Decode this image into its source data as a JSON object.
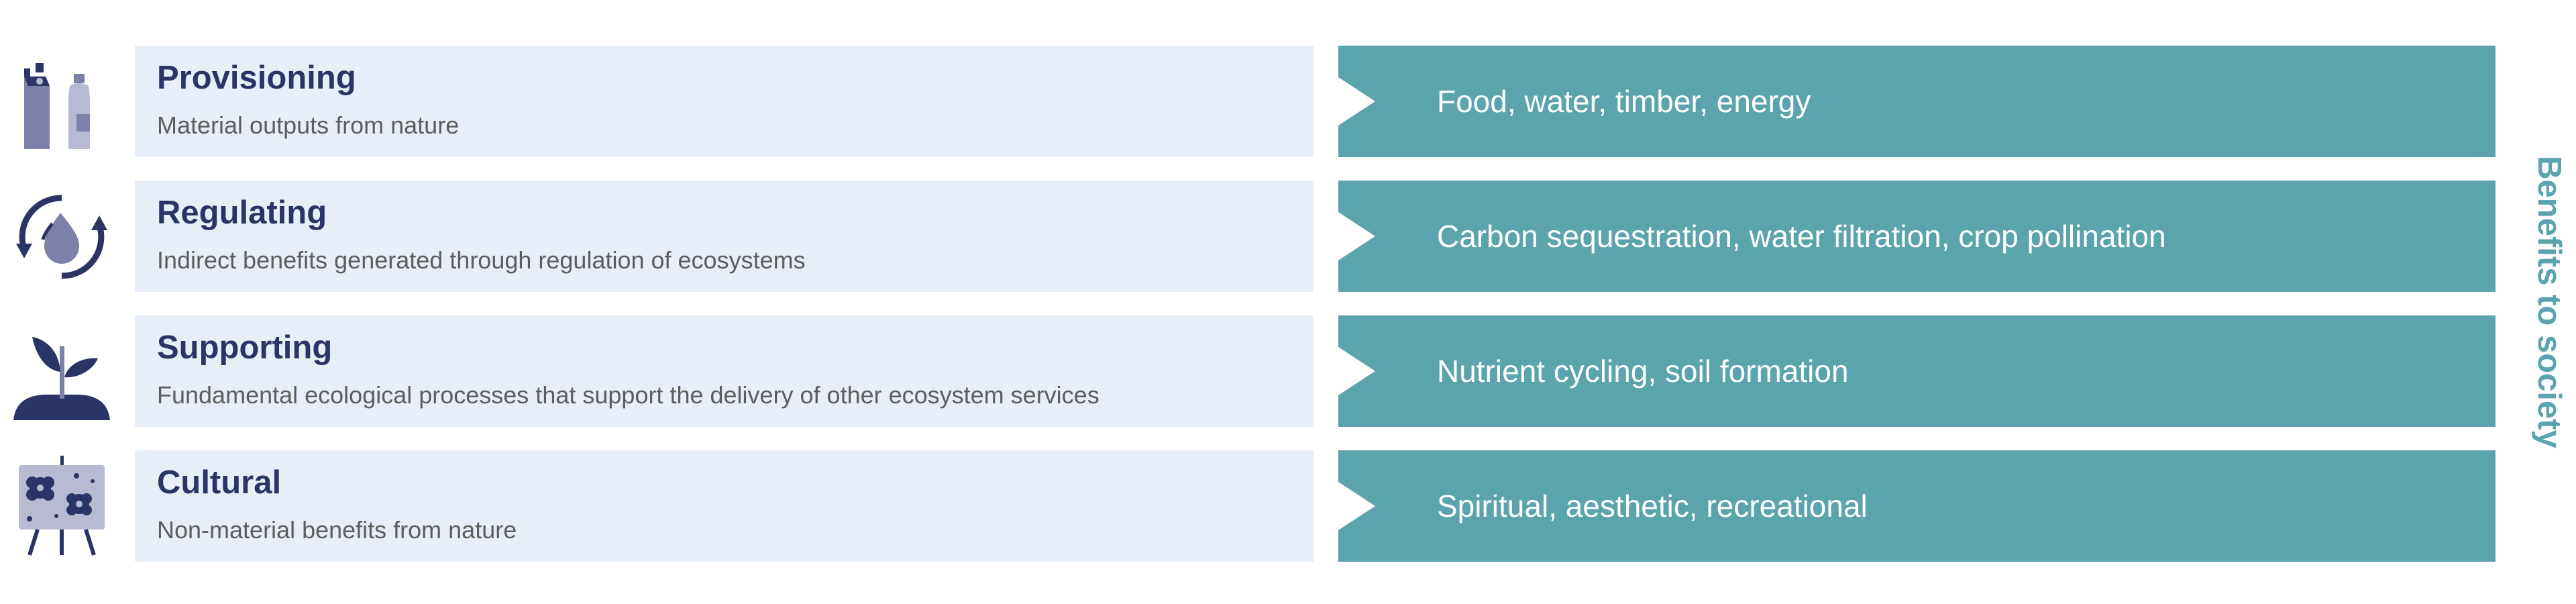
{
  "services": [
    {
      "title": "Provisioning",
      "description": "Material outputs from nature",
      "benefits": "Food, water, timber, energy",
      "icon": "milk-carton-bottle-icon"
    },
    {
      "title": "Regulating",
      "description": "Indirect benefits generated through regulation of ecosystems",
      "benefits": "Carbon sequestration, water filtration, crop pollination",
      "icon": "water-drop-cycle-icon"
    },
    {
      "title": "Supporting",
      "description": "Fundamental ecological processes that support the delivery of other ecosystem services",
      "benefits": "Nutrient cycling, soil formation",
      "icon": "seedling-icon"
    },
    {
      "title": "Cultural",
      "description": "Non-material benefits from nature",
      "benefits": "Spiritual, aesthetic, recreational",
      "icon": "flower-painting-easel-icon"
    }
  ],
  "side_label": "Benefits to society",
  "colors": {
    "description_background": "#e7eef8",
    "benefit_background": "#5ba3ad",
    "title_text": "#2b3466",
    "description_text": "#5d5d5d",
    "icon_dark": "#2b3466",
    "icon_mid": "#7d80a8",
    "icon_light": "#b8bad3"
  }
}
